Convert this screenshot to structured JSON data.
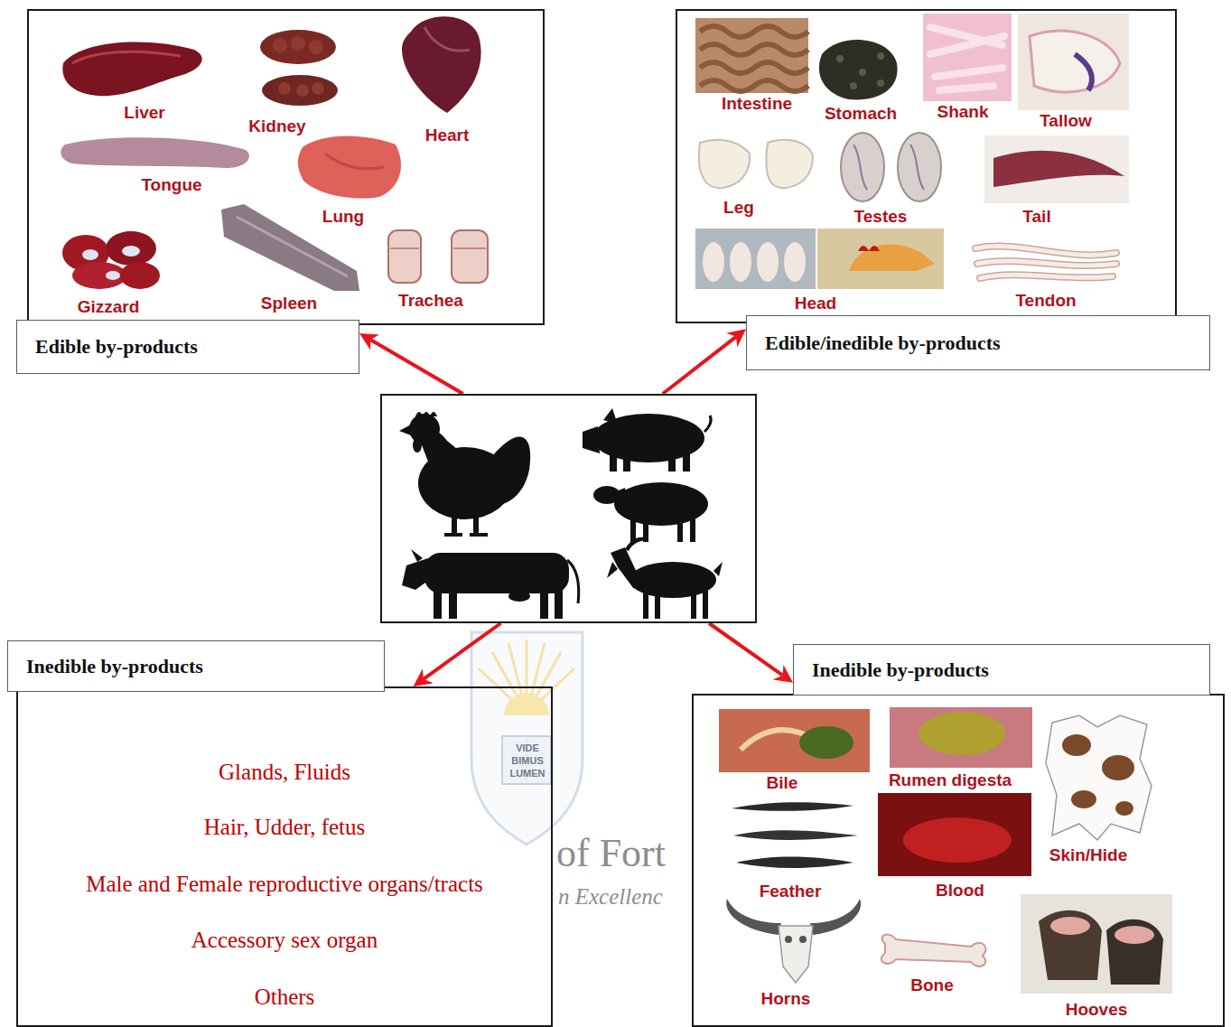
{
  "diagram": {
    "nodes": [
      {
        "text": [
          "Liver",
          "Kidney",
          "Heart",
          "Tongue",
          "Lung",
          "Gizzard",
          "Spleen",
          "Trachea"
        ]
      },
      {
        "text": [
          "Edible by-products"
        ]
      },
      {
        "text": [
          "Intestine",
          "Stomach",
          "Shank",
          "Tallow",
          "Leg",
          "Testes",
          "Tail",
          "Head",
          "Tendon"
        ]
      },
      {
        "text": [
          "Edible/inedible by-products"
        ]
      },
      {
        "text": []
      },
      {
        "text": [
          "Inedible by-products"
        ]
      },
      {
        "text": [
          "Glands, Fluids",
          "Hair, Udder, fetus",
          "Male and Female reproductive organs/tracts",
          "Accessory sex organ",
          "Others"
        ]
      },
      {
        "text": [
          "Inedible by-products"
        ]
      },
      {
        "text": [
          "Bile",
          "Rumen digesta",
          "Skin/Hide",
          "Feather",
          "Blood",
          "Horns",
          "Bone",
          "Hooves"
        ]
      }
    ],
    "edges": [
      {
        "from": 4,
        "to": 1,
        "arrow": "to"
      },
      {
        "from": 4,
        "to": 3,
        "arrow": "to"
      },
      {
        "from": 4,
        "to": 6,
        "arrow": "to"
      },
      {
        "from": 4,
        "to": 7,
        "arrow": "to"
      }
    ],
    "labels": [
      "VIDE",
      "BIMUS",
      "LUMEN",
      "of Fort",
      "n Excellenc"
    ]
  }
}
